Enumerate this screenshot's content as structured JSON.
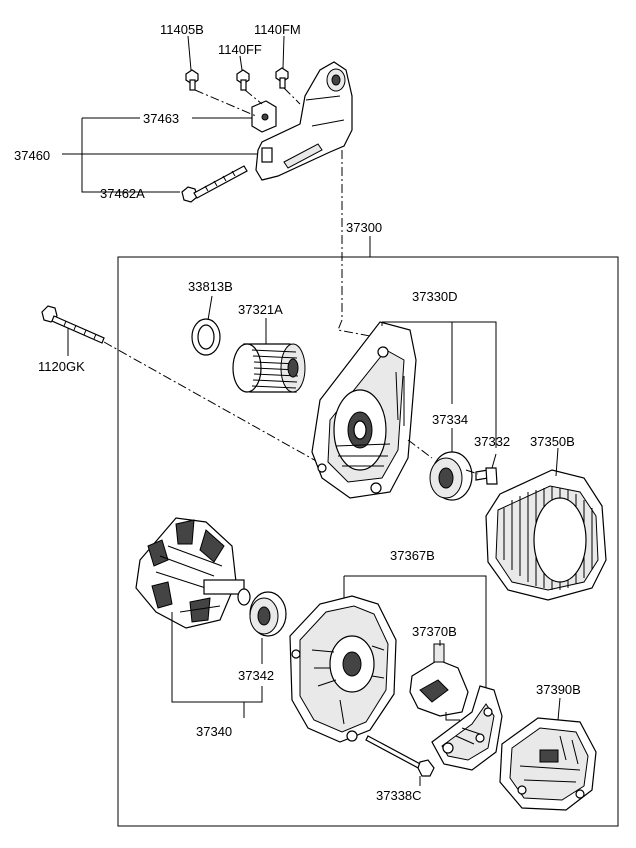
{
  "labels": {
    "l11405B": "11405B",
    "l1140FM": "1140FM",
    "l1140FF": "1140FF",
    "l37463": "37463",
    "l37460": "37460",
    "l37462A": "37462A",
    "l37300": "37300",
    "l33813B": "33813B",
    "l37321A": "37321A",
    "l37330D": "37330D",
    "l1120GK": "1120GK",
    "l37334": "37334",
    "l37332": "37332",
    "l37350B": "37350B",
    "l37367B": "37367B",
    "l37370B": "37370B",
    "l37342": "37342",
    "l37390B": "37390B",
    "l37340": "37340",
    "l37338C": "37338C"
  }
}
